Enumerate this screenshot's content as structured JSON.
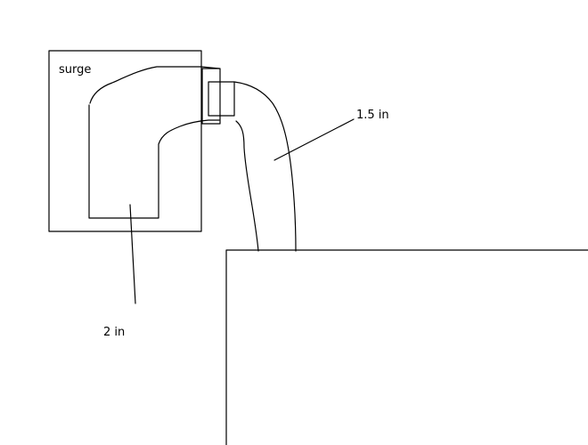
{
  "labels": {
    "surge": "surge",
    "outlet_pipe": "1.5 in",
    "inlet_pipe": "2 in"
  },
  "colors": {
    "background": "#ffffff",
    "ink": "#000000"
  }
}
